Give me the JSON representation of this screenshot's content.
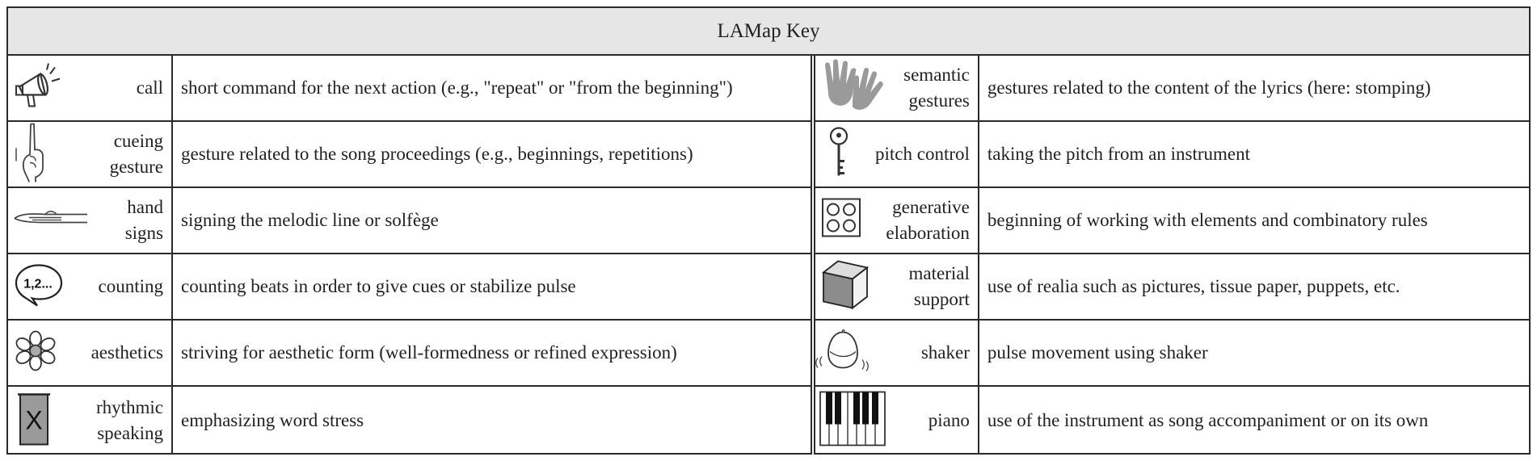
{
  "title": "LAMap Key",
  "left": [
    {
      "icon": "megaphone-icon",
      "label": [
        "call"
      ],
      "desc": "short command for the next action (e.g., \"repeat\" or \"from the beginning\")"
    },
    {
      "icon": "raised-finger-icon",
      "label": [
        "cueing",
        "gesture"
      ],
      "desc": "gesture related to the song proceedings (e.g., beginnings, repetitions)"
    },
    {
      "icon": "flat-hand-icon",
      "label": [
        "hand",
        "signs"
      ],
      "desc": "signing the melodic line or solfège"
    },
    {
      "icon": "speech-bubble-icon",
      "icon_text": "1,2...",
      "label": [
        "counting"
      ],
      "desc": "counting beats in order to give cues or stabilize pulse"
    },
    {
      "icon": "flower-icon",
      "label": [
        "aesthetics"
      ],
      "desc": "striving for aesthetic form (well-formedness or refined expression)"
    },
    {
      "icon": "x-box-icon",
      "icon_text": "X",
      "label": [
        "rhythmic",
        "speaking"
      ],
      "desc": "emphasizing word stress"
    }
  ],
  "right": [
    {
      "icon": "two-hands-icon",
      "label": [
        "semantic",
        "gestures"
      ],
      "desc": "gestures related to the content of the lyrics (here: stomping)"
    },
    {
      "icon": "key-icon",
      "label": [
        "pitch control"
      ],
      "desc": "taking the pitch from an instrument"
    },
    {
      "icon": "four-circles-icon",
      "label": [
        "generative",
        "elaboration"
      ],
      "desc": "beginning of working with elements and combinatory rules"
    },
    {
      "icon": "cube-icon",
      "label": [
        "material",
        "support"
      ],
      "desc": "use of realia such as pictures, tissue paper, puppets, etc."
    },
    {
      "icon": "shaker-icon",
      "label": [
        "shaker"
      ],
      "desc": "pulse movement using shaker"
    },
    {
      "icon": "piano-keys-icon",
      "label": [
        "piano"
      ],
      "desc": "use of the instrument as song accompaniment or on its own"
    }
  ],
  "colors": {
    "border": "#2a2a2a",
    "header_bg": "#e6e6e6",
    "icon_gray": "#9a9a9a"
  }
}
